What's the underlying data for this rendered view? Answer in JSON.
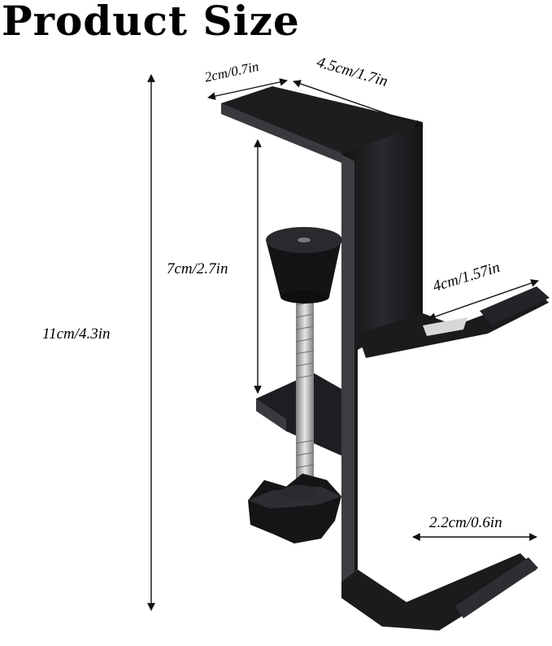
{
  "title": "Product Size",
  "dimensions": {
    "overall_height": "11cm/4.3in",
    "clamp_opening": "7cm/2.7in",
    "top_width": "2cm/0.7in",
    "top_depth": "4.5cm/1.7in",
    "upper_hook": "4cm/1.57in",
    "lower_hook": "2.2cm/0.6in"
  },
  "colors": {
    "metal": "#1b1b1d",
    "metal_edge": "#3a3a3e",
    "highlight": "#5a5a60",
    "screw": "#b8b8b8",
    "arrow": "#111111"
  }
}
